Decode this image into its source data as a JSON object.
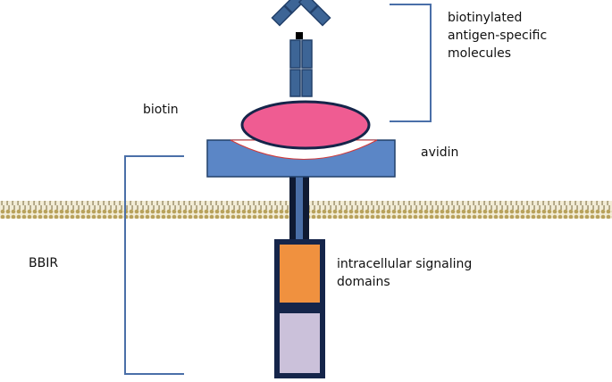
{
  "labels": {
    "biotinylated": "biotinylated\nantigen-specific\nmolecules",
    "biotin": "biotin",
    "avidin": "avidin",
    "bbir": "BBIR",
    "intracellular": "intracellular signaling\ndomains"
  },
  "colors": {
    "antibody": "#3d6596",
    "antibody_edge": "#22406a",
    "biotin_fill": "#ef5c92",
    "avidin_fill": "#5b86c6",
    "membrane": "#b0a060",
    "stalk": "#0f1a33",
    "bracket": "#4a6fa8",
    "signaling_domain_1": "#f0913f",
    "signaling_domain_2": "#cbc1da"
  }
}
